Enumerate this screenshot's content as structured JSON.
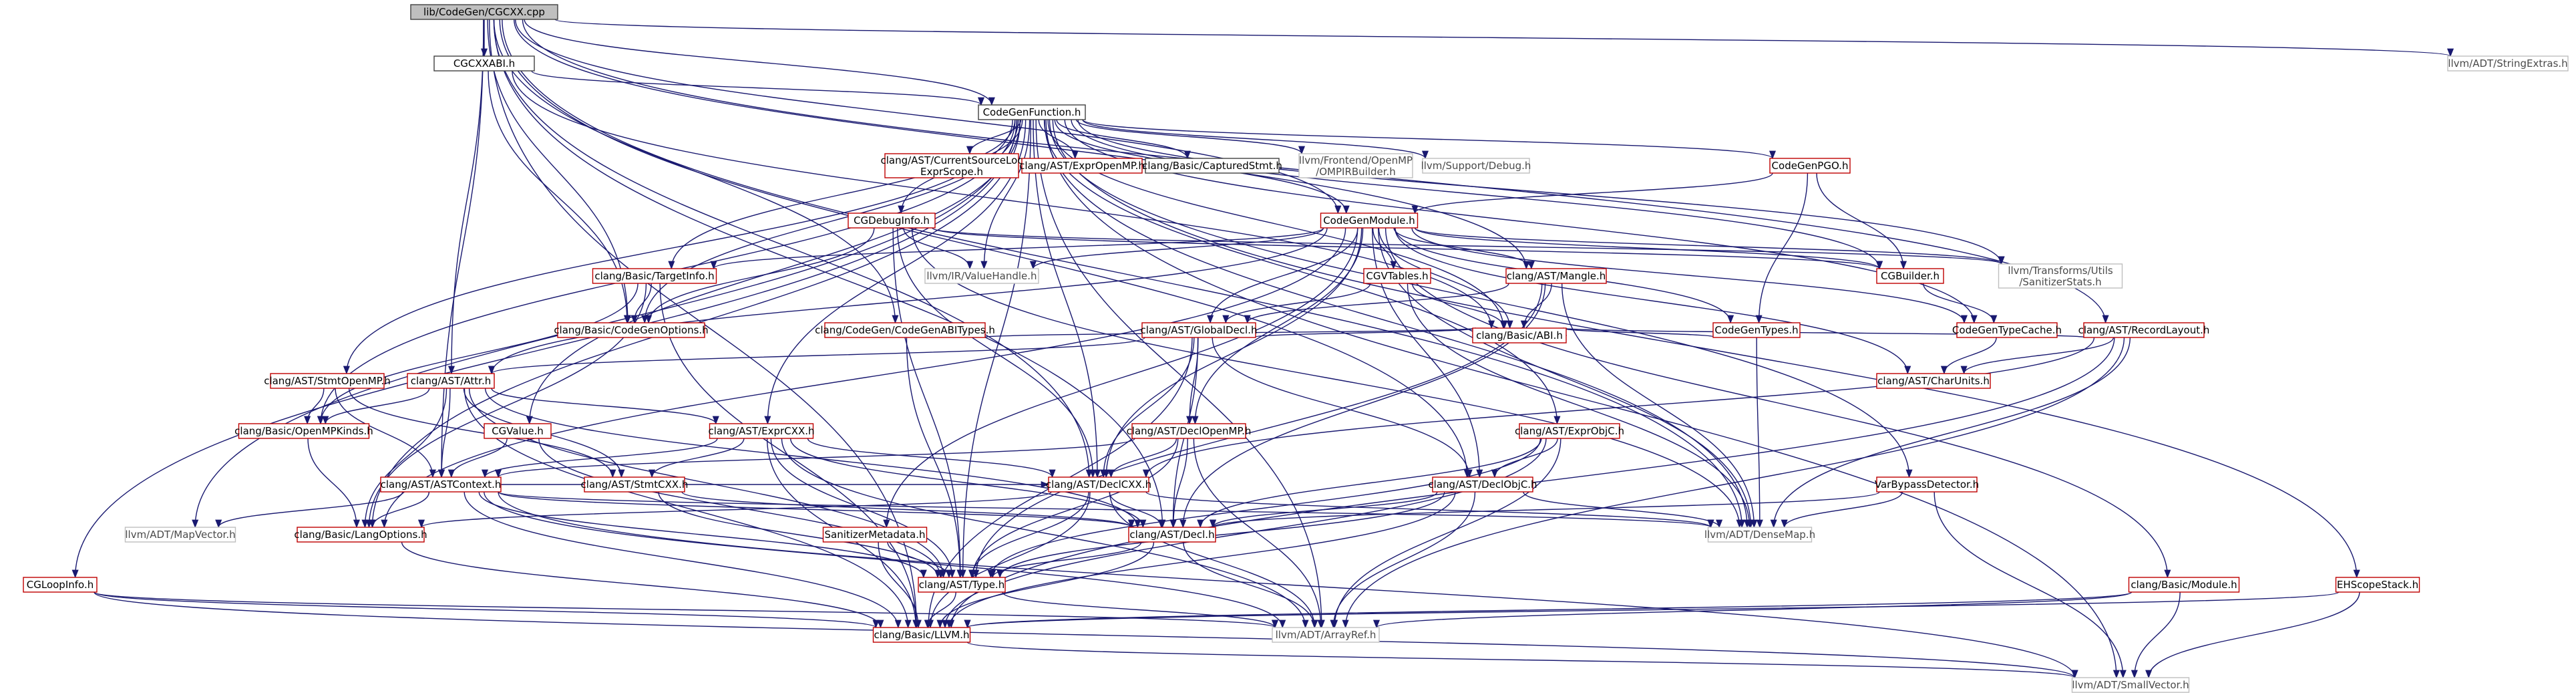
{
  "colors": {
    "edge": "#191970",
    "border_documented": "#bf0000",
    "border_undocumented": "#bfbfbf",
    "border_root": "#404040",
    "fill_root": "#bfbfbf",
    "fill": "#ffffff",
    "text": "#000000",
    "text_muted": "#4a4a4a"
  },
  "graph": {
    "nodes": [
      {
        "id": "root",
        "label": "lib/CodeGen/CGCXX.cpp",
        "kind": "root"
      },
      {
        "id": "cgcxxabi",
        "label": "CGCXXABI.h",
        "kind": "plain"
      },
      {
        "id": "strextras",
        "label": "llvm/ADT/StringExtras.h",
        "kind": "external"
      },
      {
        "id": "cgfunc",
        "label": "CodeGenFunction.h",
        "kind": "plain"
      },
      {
        "id": "curscope",
        "label": "clang/AST/CurrentSourceLoc ExprScope.h",
        "kind": "doc"
      },
      {
        "id": "expropenmp",
        "label": "clang/AST/ExprOpenMP.h",
        "kind": "doc"
      },
      {
        "id": "capstmt",
        "label": "clang/Basic/CapturedStmt.h",
        "kind": "plain"
      },
      {
        "id": "ompirb",
        "label": "llvm/Frontend/OpenMP /OMPIRBuilder.h",
        "kind": "external"
      },
      {
        "id": "debug",
        "label": "llvm/Support/Debug.h",
        "kind": "external"
      },
      {
        "id": "cgpgo",
        "label": "CodeGenPGO.h",
        "kind": "doc"
      },
      {
        "id": "cgdebug",
        "label": "CGDebugInfo.h",
        "kind": "doc"
      },
      {
        "id": "cgmodule",
        "label": "CodeGenModule.h",
        "kind": "doc"
      },
      {
        "id": "targetinfo",
        "label": "clang/Basic/TargetInfo.h",
        "kind": "doc"
      },
      {
        "id": "valuehandle",
        "label": "llvm/IR/ValueHandle.h",
        "kind": "external"
      },
      {
        "id": "cgvtables",
        "label": "CGVTables.h",
        "kind": "doc"
      },
      {
        "id": "mangle",
        "label": "clang/AST/Mangle.h",
        "kind": "doc"
      },
      {
        "id": "cgbuilder",
        "label": "CGBuilder.h",
        "kind": "doc"
      },
      {
        "id": "sanstats",
        "label": "llvm/Transforms/Utils /SanitizerStats.h",
        "kind": "external"
      },
      {
        "id": "cgtypecache",
        "label": "CodeGenTypeCache.h",
        "kind": "doc"
      },
      {
        "id": "cgtypes",
        "label": "CodeGenTypes.h",
        "kind": "doc"
      },
      {
        "id": "codegenopts",
        "label": "clang/Basic/CodeGenOptions.h",
        "kind": "doc"
      },
      {
        "id": "abitypes",
        "label": "clang/CodeGen/CodeGenABITypes.h",
        "kind": "doc"
      },
      {
        "id": "globaldecl",
        "label": "clang/AST/GlobalDecl.h",
        "kind": "doc"
      },
      {
        "id": "recordlayout",
        "label": "clang/AST/RecordLayout.h",
        "kind": "doc"
      },
      {
        "id": "abi",
        "label": "clang/Basic/ABI.h",
        "kind": "doc"
      },
      {
        "id": "charunits",
        "label": "clang/AST/CharUnits.h",
        "kind": "doc"
      },
      {
        "id": "attr",
        "label": "clang/AST/Attr.h",
        "kind": "doc"
      },
      {
        "id": "stmtopenmp",
        "label": "clang/AST/StmtOpenMP.h",
        "kind": "doc"
      },
      {
        "id": "openmpkinds",
        "label": "clang/Basic/OpenMPKinds.h",
        "kind": "doc"
      },
      {
        "id": "exprcxx",
        "label": "clang/AST/ExprCXX.h",
        "kind": "doc"
      },
      {
        "id": "cgvalue",
        "label": "CGValue.h",
        "kind": "doc"
      },
      {
        "id": "declopenmp",
        "label": "clang/AST/DeclOpenMP.h",
        "kind": "doc"
      },
      {
        "id": "exprobjc",
        "label": "clang/AST/ExprObjC.h",
        "kind": "doc"
      },
      {
        "id": "vbd",
        "label": "VarBypassDetector.h",
        "kind": "doc"
      },
      {
        "id": "astcontext",
        "label": "clang/AST/ASTContext.h",
        "kind": "doc"
      },
      {
        "id": "stmtcxx",
        "label": "clang/AST/StmtCXX.h",
        "kind": "doc"
      },
      {
        "id": "declcxx",
        "label": "clang/AST/DeclCXX.h",
        "kind": "doc"
      },
      {
        "id": "declobjc",
        "label": "clang/AST/DeclObjC.h",
        "kind": "doc"
      },
      {
        "id": "densemap",
        "label": "llvm/ADT/DenseMap.h",
        "kind": "external"
      },
      {
        "id": "mapvector",
        "label": "llvm/ADT/MapVector.h",
        "kind": "external"
      },
      {
        "id": "langopts",
        "label": "clang/Basic/LangOptions.h",
        "kind": "doc"
      },
      {
        "id": "sanmeta",
        "label": "SanitizerMetadata.h",
        "kind": "doc"
      },
      {
        "id": "decl",
        "label": "clang/AST/Decl.h",
        "kind": "doc"
      },
      {
        "id": "cgloop",
        "label": "CGLoopInfo.h",
        "kind": "doc"
      },
      {
        "id": "type",
        "label": "clang/AST/Type.h",
        "kind": "doc"
      },
      {
        "id": "basicmodule",
        "label": "clang/Basic/Module.h",
        "kind": "doc"
      },
      {
        "id": "ehscope",
        "label": "EHScopeStack.h",
        "kind": "doc"
      },
      {
        "id": "llvmh",
        "label": "clang/Basic/LLVM.h",
        "kind": "doc"
      },
      {
        "id": "arrayref",
        "label": "llvm/ADT/ArrayRef.h",
        "kind": "external"
      },
      {
        "id": "smallvec",
        "label": "llvm/ADT/SmallVector.h",
        "kind": "external"
      }
    ],
    "edges": [
      [
        "root",
        "cgcxxabi"
      ],
      [
        "root",
        "strextras"
      ],
      [
        "root",
        "cgfunc"
      ],
      [
        "root",
        "cgmodule"
      ],
      [
        "root",
        "mangle"
      ],
      [
        "root",
        "recordlayout"
      ],
      [
        "root",
        "codegenopts"
      ],
      [
        "root",
        "abitypes"
      ],
      [
        "root",
        "attr"
      ],
      [
        "root",
        "declcxx"
      ],
      [
        "root",
        "decl"
      ],
      [
        "root",
        "astcontext"
      ],
      [
        "root",
        "densemap"
      ],
      [
        "root",
        "llvmh"
      ],
      [
        "root",
        "declobjc"
      ],
      [
        "cgcxxabi",
        "cgfunc"
      ],
      [
        "cgcxxabi",
        "abi"
      ],
      [
        "cgcxxabi",
        "codegenopts"
      ],
      [
        "cgfunc",
        "curscope"
      ],
      [
        "cgfunc",
        "expropenmp"
      ],
      [
        "cgfunc",
        "capstmt"
      ],
      [
        "cgfunc",
        "ompirb"
      ],
      [
        "cgfunc",
        "debug"
      ],
      [
        "cgfunc",
        "cgpgo"
      ],
      [
        "cgfunc",
        "cgdebug"
      ],
      [
        "cgfunc",
        "cgmodule"
      ],
      [
        "cgfunc",
        "targetinfo"
      ],
      [
        "cgfunc",
        "valuehandle"
      ],
      [
        "cgfunc",
        "cgbuilder"
      ],
      [
        "cgfunc",
        "sanstats"
      ],
      [
        "cgfunc",
        "cgtypecache"
      ],
      [
        "cgfunc",
        "abi"
      ],
      [
        "cgfunc",
        "stmtopenmp"
      ],
      [
        "cgfunc",
        "exprcxx"
      ],
      [
        "cgfunc",
        "cgvalue"
      ],
      [
        "cgfunc",
        "exprobjc"
      ],
      [
        "cgfunc",
        "vbd"
      ],
      [
        "cgfunc",
        "cgloop"
      ],
      [
        "cgfunc",
        "ehscope"
      ],
      [
        "cgfunc",
        "mapvector"
      ],
      [
        "cgfunc",
        "smallvec"
      ],
      [
        "cgfunc",
        "openmpkinds"
      ],
      [
        "cgfunc",
        "declcxx"
      ],
      [
        "cgfunc",
        "type"
      ],
      [
        "cgfunc",
        "langopts"
      ],
      [
        "cgfunc",
        "densemap"
      ],
      [
        "cgfunc",
        "arrayref"
      ],
      [
        "cgfunc",
        "codegenopts"
      ],
      [
        "cgpgo",
        "cgmodule"
      ],
      [
        "cgpgo",
        "cgbuilder"
      ],
      [
        "cgpgo",
        "cgtypes"
      ],
      [
        "cgdebug",
        "valuehandle"
      ],
      [
        "cgdebug",
        "codegenopts"
      ],
      [
        "cgdebug",
        "densemap"
      ],
      [
        "cgdebug",
        "type"
      ],
      [
        "cgdebug",
        "declcxx"
      ],
      [
        "cgdebug",
        "sanstats"
      ],
      [
        "cgdebug",
        "cgbuilder"
      ],
      [
        "cgmodule",
        "targetinfo"
      ],
      [
        "cgmodule",
        "valuehandle"
      ],
      [
        "cgmodule",
        "cgvtables"
      ],
      [
        "cgmodule",
        "mangle"
      ],
      [
        "cgmodule",
        "cgbuilder"
      ],
      [
        "cgmodule",
        "sanstats"
      ],
      [
        "cgmodule",
        "cgtypes"
      ],
      [
        "cgmodule",
        "cgtypecache"
      ],
      [
        "cgmodule",
        "globaldecl"
      ],
      [
        "cgmodule",
        "abi"
      ],
      [
        "cgmodule",
        "declcxx"
      ],
      [
        "cgmodule",
        "declobjc"
      ],
      [
        "cgmodule",
        "declopenmp"
      ],
      [
        "cgmodule",
        "sanmeta"
      ],
      [
        "cgmodule",
        "basicmodule"
      ],
      [
        "cgmodule",
        "densemap"
      ],
      [
        "cgmodule",
        "attr"
      ],
      [
        "cgmodule",
        "charunits"
      ],
      [
        "cgmodule",
        "langopts"
      ],
      [
        "targetinfo",
        "codegenopts"
      ],
      [
        "targetinfo",
        "llvmh"
      ],
      [
        "targetinfo",
        "langopts"
      ],
      [
        "targetinfo",
        "openmpkinds"
      ],
      [
        "cgvtables",
        "globaldecl"
      ],
      [
        "cgvtables",
        "abi"
      ],
      [
        "cgvtables",
        "densemap"
      ],
      [
        "mangle",
        "globaldecl"
      ],
      [
        "mangle",
        "abi"
      ],
      [
        "mangle",
        "densemap"
      ],
      [
        "mangle",
        "type"
      ],
      [
        "mangle",
        "decl"
      ],
      [
        "cgbuilder",
        "cgtypecache"
      ],
      [
        "cgtypecache",
        "charunits"
      ],
      [
        "cgtypes",
        "abi"
      ],
      [
        "cgtypes",
        "densemap"
      ],
      [
        "abitypes",
        "abi"
      ],
      [
        "abitypes",
        "type"
      ],
      [
        "globaldecl",
        "abi"
      ],
      [
        "globaldecl",
        "attr"
      ],
      [
        "globaldecl",
        "declcxx"
      ],
      [
        "globaldecl",
        "declopenmp"
      ],
      [
        "globaldecl",
        "declobjc"
      ],
      [
        "globaldecl",
        "decl"
      ],
      [
        "globaldecl",
        "llvmh"
      ],
      [
        "recordlayout",
        "charunits"
      ],
      [
        "recordlayout",
        "declcxx"
      ],
      [
        "recordlayout",
        "densemap"
      ],
      [
        "recordlayout",
        "llvmh"
      ],
      [
        "recordlayout",
        "arrayref"
      ],
      [
        "recordlayout",
        "abi"
      ],
      [
        "attr",
        "openmpkinds"
      ],
      [
        "attr",
        "astcontext"
      ],
      [
        "attr",
        "decl"
      ],
      [
        "attr",
        "type"
      ],
      [
        "attr",
        "langopts"
      ],
      [
        "attr",
        "llvmh"
      ],
      [
        "attr",
        "exprcxx"
      ],
      [
        "attr",
        "stmtcxx"
      ],
      [
        "stmtopenmp",
        "openmpkinds"
      ],
      [
        "stmtopenmp",
        "stmtcxx"
      ],
      [
        "stmtopenmp",
        "astcontext"
      ],
      [
        "openmpkinds",
        "langopts"
      ],
      [
        "exprcxx",
        "declcxx"
      ],
      [
        "exprcxx",
        "decl"
      ],
      [
        "exprcxx",
        "type"
      ],
      [
        "exprcxx",
        "astcontext"
      ],
      [
        "exprcxx",
        "llvmh"
      ],
      [
        "exprcxx",
        "arrayref"
      ],
      [
        "exprcxx",
        "stmtcxx"
      ],
      [
        "cgvalue",
        "astcontext"
      ],
      [
        "cgvalue",
        "type"
      ],
      [
        "declopenmp",
        "declcxx"
      ],
      [
        "declopenmp",
        "decl"
      ],
      [
        "declopenmp",
        "type"
      ],
      [
        "declopenmp",
        "arrayref"
      ],
      [
        "declopenmp",
        "astcontext"
      ],
      [
        "exprobjc",
        "declobjc"
      ],
      [
        "exprobjc",
        "decl"
      ],
      [
        "exprobjc",
        "type"
      ],
      [
        "exprobjc",
        "llvmh"
      ],
      [
        "exprobjc",
        "arrayref"
      ],
      [
        "vbd",
        "densemap"
      ],
      [
        "vbd",
        "smallvec"
      ],
      [
        "vbd",
        "decl"
      ],
      [
        "astcontext",
        "mapvector"
      ],
      [
        "astcontext",
        "langopts"
      ],
      [
        "astcontext",
        "decl"
      ],
      [
        "astcontext",
        "type"
      ],
      [
        "astcontext",
        "llvmh"
      ],
      [
        "astcontext",
        "arrayref"
      ],
      [
        "astcontext",
        "smallvec"
      ],
      [
        "astcontext",
        "densemap"
      ],
      [
        "astcontext",
        "declcxx"
      ],
      [
        "stmtcxx",
        "decl"
      ],
      [
        "stmtcxx",
        "type"
      ],
      [
        "declcxx",
        "decl"
      ],
      [
        "declcxx",
        "type"
      ],
      [
        "declcxx",
        "llvmh"
      ],
      [
        "declcxx",
        "arrayref"
      ],
      [
        "declcxx",
        "densemap"
      ],
      [
        "declcxx",
        "langopts"
      ],
      [
        "declobjc",
        "decl"
      ],
      [
        "declobjc",
        "llvmh"
      ],
      [
        "declobjc",
        "arrayref"
      ],
      [
        "declobjc",
        "densemap"
      ],
      [
        "declobjc",
        "type"
      ],
      [
        "langopts",
        "llvmh"
      ],
      [
        "sanmeta",
        "llvmh"
      ],
      [
        "sanmeta",
        "type"
      ],
      [
        "decl",
        "type"
      ],
      [
        "decl",
        "llvmh"
      ],
      [
        "decl",
        "arrayref"
      ],
      [
        "cgloop",
        "llvmh"
      ],
      [
        "cgloop",
        "arrayref"
      ],
      [
        "cgloop",
        "smallvec"
      ],
      [
        "type",
        "llvmh"
      ],
      [
        "type",
        "arrayref"
      ],
      [
        "basicmodule",
        "llvmh"
      ],
      [
        "basicmodule",
        "arrayref"
      ],
      [
        "basicmodule",
        "smallvec"
      ],
      [
        "ehscope",
        "smallvec"
      ],
      [
        "ehscope",
        "llvmh"
      ],
      [
        "llvmh",
        "smallvec"
      ]
    ]
  }
}
